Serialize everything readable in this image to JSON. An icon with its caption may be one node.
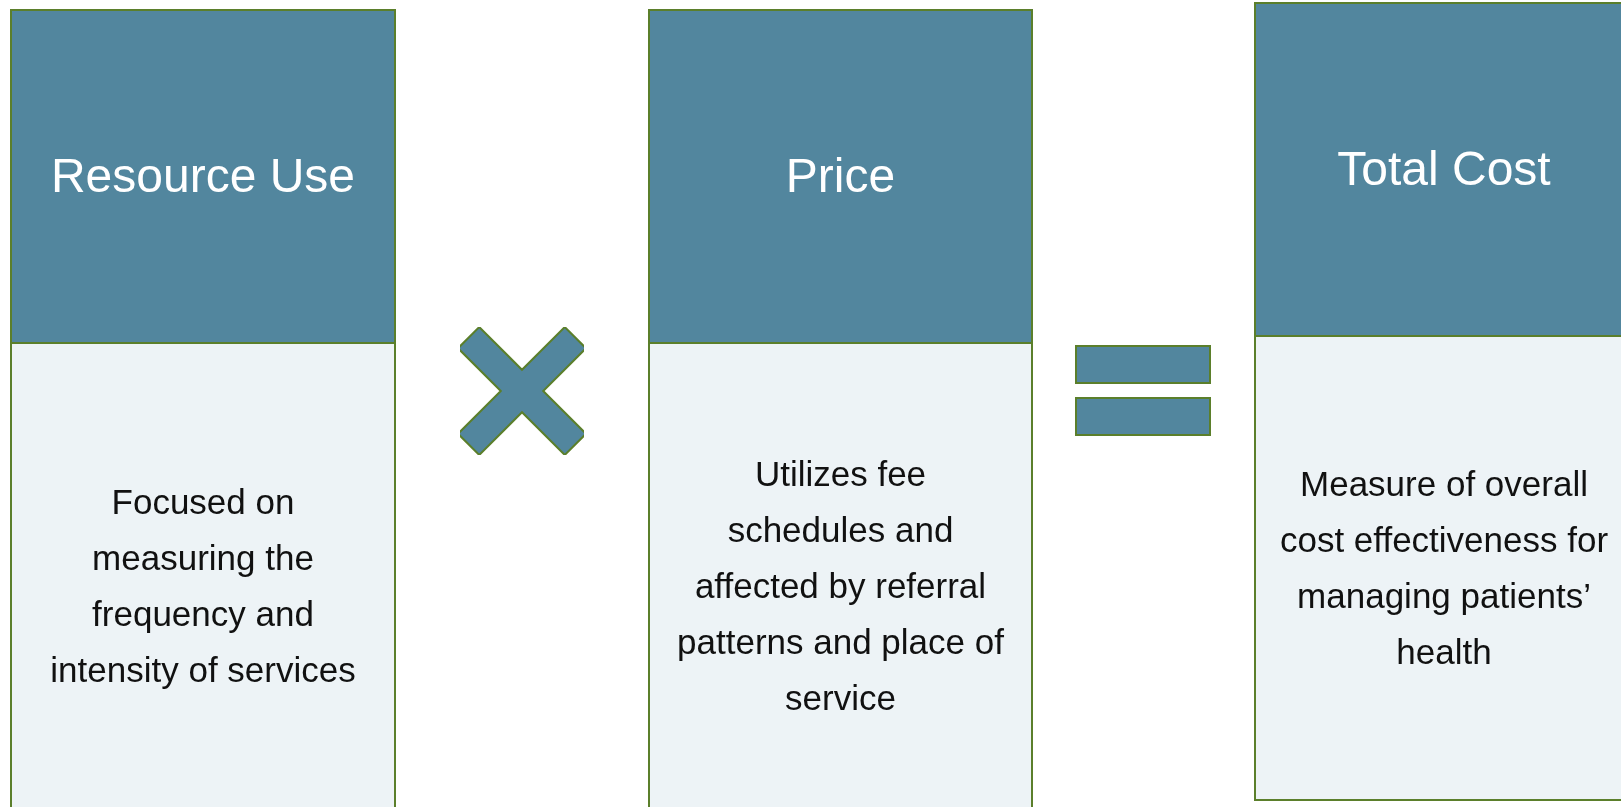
{
  "diagram": {
    "nodes": [
      {
        "text": [
          "Resource Use",
          "Focused on measuring the frequency and intensity of services"
        ]
      },
      {
        "text": [
          "Price",
          "Utilizes fee schedules and affected by referral patterns and place of service"
        ]
      },
      {
        "text": [
          "Total Cost",
          "Measure of overall cost effectiveness for managing patients’ health"
        ]
      }
    ]
  }
}
